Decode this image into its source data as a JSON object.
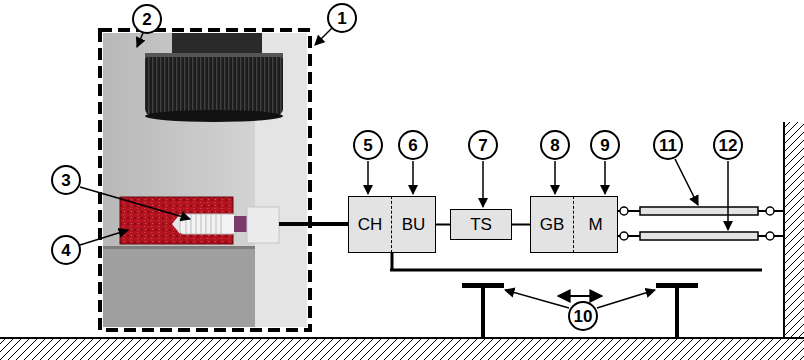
{
  "diagram": {
    "nodes": [
      {
        "text": [
          "CH"
        ]
      },
      {
        "text": [
          "BU"
        ]
      },
      {
        "text": [
          "TS"
        ]
      },
      {
        "text": [
          "GB"
        ]
      },
      {
        "text": [
          "M"
        ]
      }
    ],
    "edges": [
      {
        "from": 1,
        "to": 2,
        "arrow": "none"
      },
      {
        "from": 2,
        "to": 3,
        "arrow": "none"
      }
    ],
    "labels": [
      "1",
      "2",
      "3",
      "4",
      "5",
      "6",
      "7",
      "8",
      "9",
      "11",
      "12",
      "10"
    ]
  }
}
